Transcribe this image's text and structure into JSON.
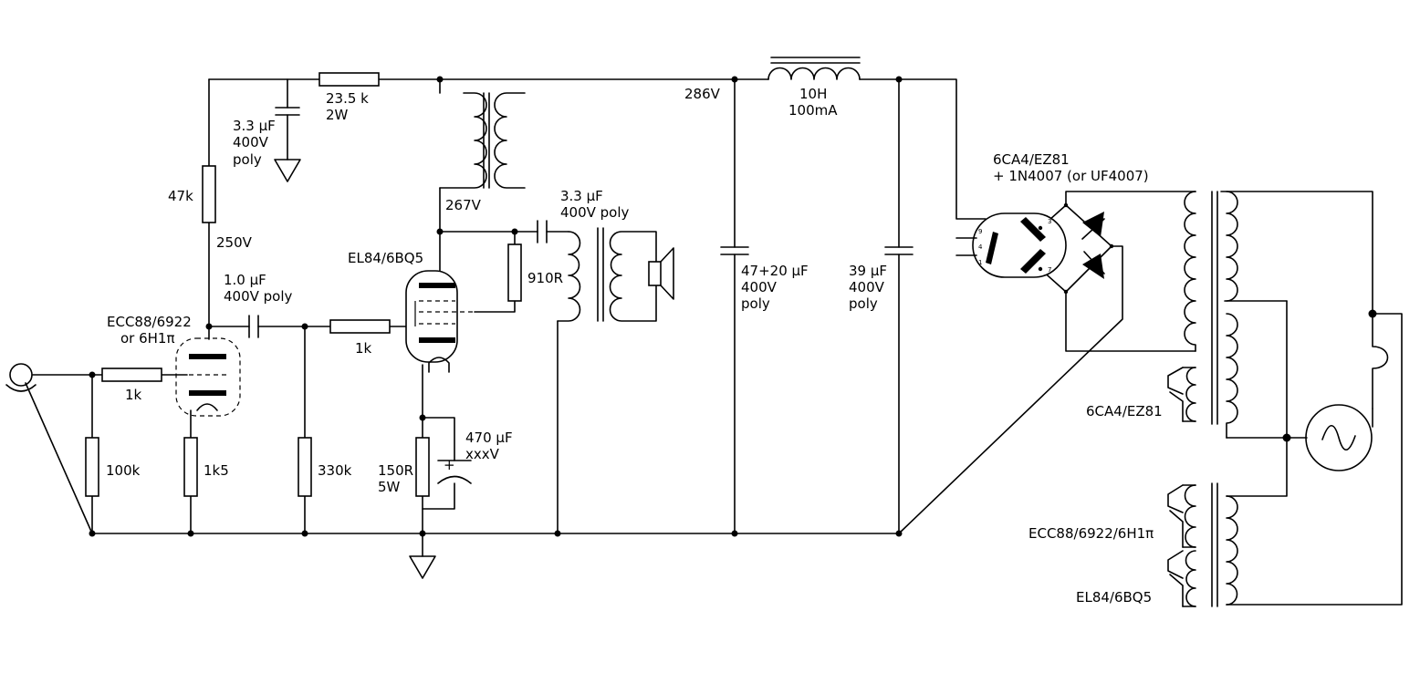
{
  "labels": {
    "r_23k5": "23.5 k",
    "r_23k5_power": "2W",
    "c_3u3_a": "3.3 µF",
    "c_3u3_a_volt": "400V",
    "c_3u3_a_type": "poly",
    "r_47k": "47k",
    "v_250": "250V",
    "c_1u0": "1.0 µF",
    "c_1u0_rating": "400V poly",
    "v1_type": "ECC88/6922",
    "v1_alt": "or 6H1π",
    "r_1k_in": "1k",
    "r_100k": "100k",
    "r_1k5": "1k5",
    "r_330k": "330k",
    "r_1k_grid": "1k",
    "v2_type": "EL84/6BQ5",
    "v_267": "267V",
    "c_3u3_b": "3.3 µF",
    "c_3u3_b_rating": "400V poly",
    "r_910": "910R",
    "c_470": "470 µF",
    "c_470_volt": "xxxV",
    "r_150": "150R",
    "r_150_power": "5W",
    "v_286": "286V",
    "choke_l": "10H",
    "choke_i": "100mA",
    "c_47_20": "47+20 µF",
    "c_47_20_volt": "400V",
    "c_47_20_type": "poly",
    "c_39": "39 µF",
    "c_39_volt": "400V",
    "c_39_type": "poly",
    "rect_type": "6CA4/EZ81",
    "rect_diodes": "+ 1N4007 (or UF4007)",
    "heater_rect": "6CA4/EZ81",
    "heater_ecc": "ECC88/6922/6H1π",
    "heater_el": "EL84/6BQ5",
    "pin_9": "9",
    "pin_4": "4",
    "pin_1": "1",
    "pin_3": "3",
    "pin_7": "7",
    "plus_sign": "+"
  }
}
